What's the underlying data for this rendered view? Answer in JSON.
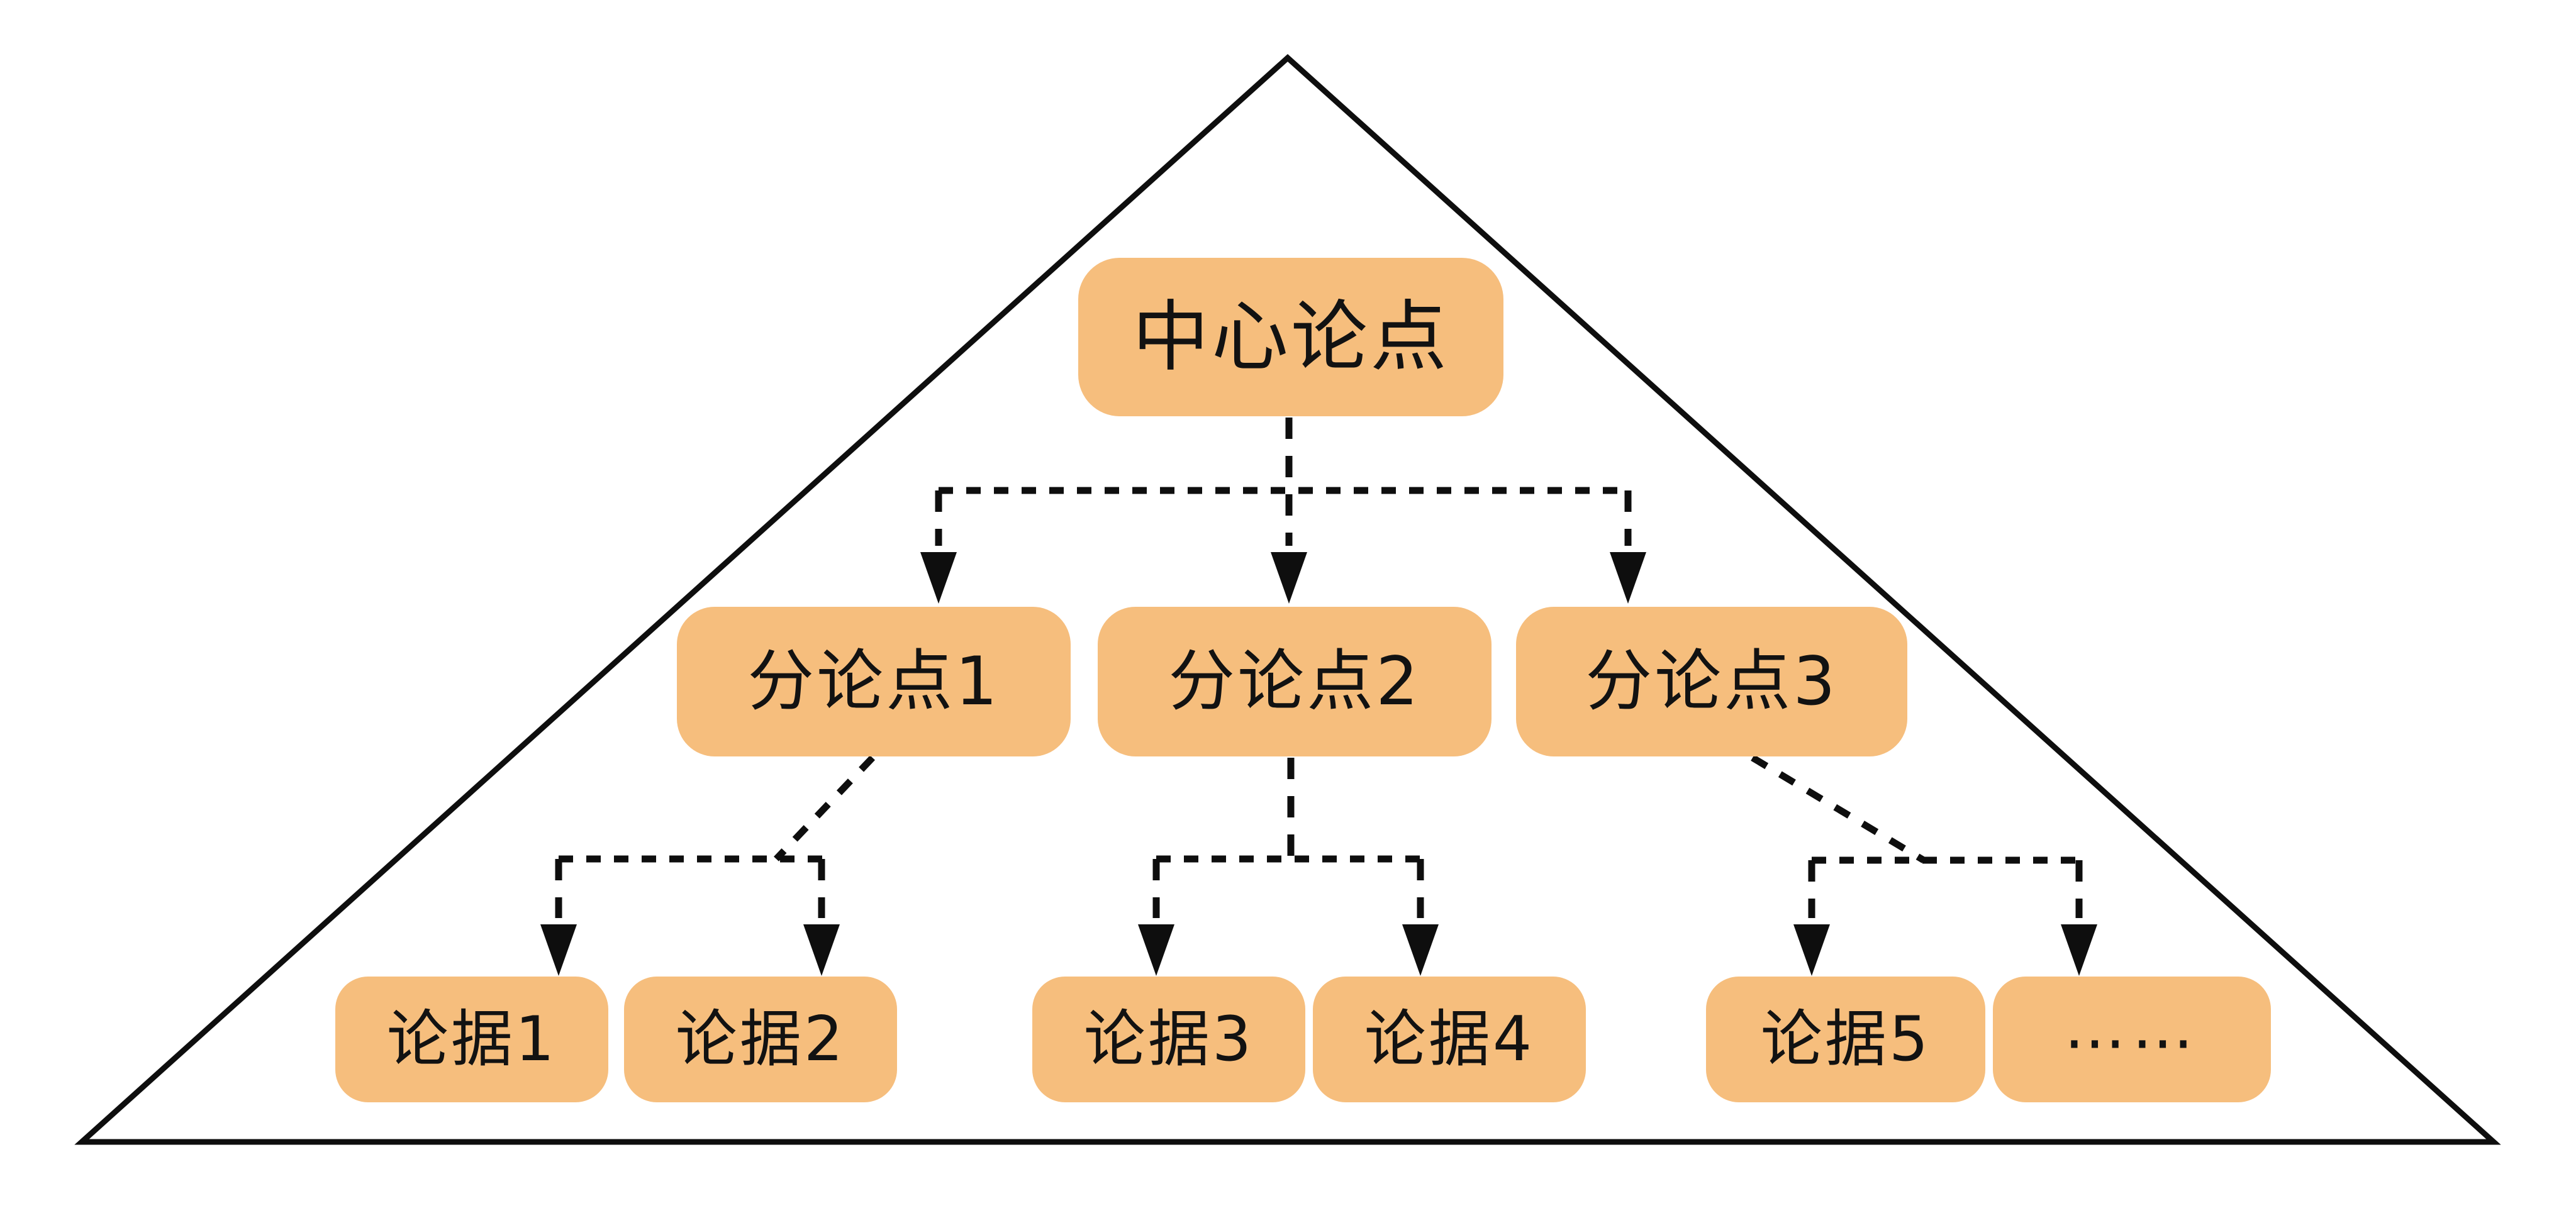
{
  "diagram": {
    "type": "pyramid-argument-structure",
    "central": {
      "label": "中心论点"
    },
    "level2": [
      {
        "label": "分论点1"
      },
      {
        "label": "分论点2"
      },
      {
        "label": "分论点3"
      }
    ],
    "level3": [
      {
        "label": "论据1"
      },
      {
        "label": "论据2"
      },
      {
        "label": "论据3"
      },
      {
        "label": "论据4"
      },
      {
        "label": "论据5"
      },
      {
        "label": "……"
      }
    ],
    "edges": [
      {
        "from": "中心论点",
        "to": "分论点1"
      },
      {
        "from": "中心论点",
        "to": "分论点2"
      },
      {
        "from": "中心论点",
        "to": "分论点3"
      },
      {
        "from": "分论点1",
        "to": "论据1"
      },
      {
        "from": "分论点1",
        "to": "论据2"
      },
      {
        "from": "分论点2",
        "to": "论据3"
      },
      {
        "from": "分论点2",
        "to": "论据4"
      },
      {
        "from": "分论点3",
        "to": "论据5"
      },
      {
        "from": "分论点3",
        "to": "……"
      }
    ],
    "colors": {
      "node_fill": "#F6BE7D",
      "line": "#0E0E0E",
      "text": "#121212",
      "background": "#FFFFFF"
    }
  }
}
